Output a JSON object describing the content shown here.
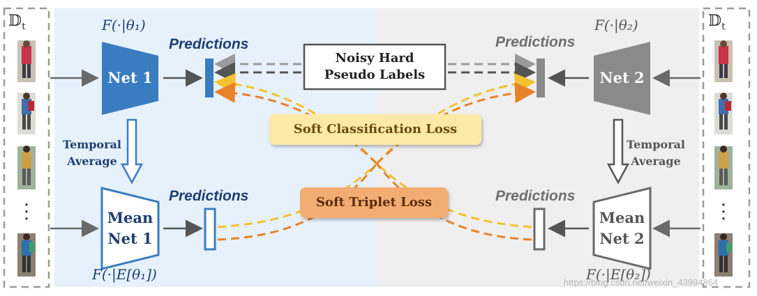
{
  "dataset_label": "𝔻",
  "dataset_subscript": "t",
  "net1": {
    "label": "Net 1",
    "func": "F(·|θ₁)",
    "predictions_label": "Predictions",
    "color": "#3a7cc0"
  },
  "net2": {
    "label": "Net 2",
    "func": "F(·|θ₂)",
    "predictions_label": "Predictions",
    "color": "#8a8a8a"
  },
  "mean_net1": {
    "label_line1": "Mean",
    "label_line2": "Net 1",
    "func": "F(·|E[θ₁])",
    "predictions_label": "Predictions"
  },
  "mean_net2": {
    "label_line1": "Mean",
    "label_line2": "Net 2",
    "func": "F(·|E[θ₂])",
    "predictions_label": "Predictions"
  },
  "temporal_average_left": {
    "line1": "Temporal",
    "line2": "Average"
  },
  "temporal_average_right": {
    "line1": "Temporal",
    "line2": "Average"
  },
  "noisy_labels": {
    "line1": "Noisy Hard",
    "line2": "Pseudo Labels"
  },
  "soft_classification_loss": "Soft Classification Loss",
  "soft_triplet_loss": "Soft Triplet Loss",
  "watermark": "https://blog.csdn.net/weixin_43994864",
  "colors": {
    "left_panel_bg": "#e6f1fc",
    "right_panel_bg": "#efefef",
    "blue_dark": "#1f3f6e",
    "blue": "#3a7cc0",
    "gray": "#8a8a8a",
    "dash_yellow": "#f2c230",
    "dash_orange": "#e8822a",
    "soft_cls_bg": "#fde9a6",
    "soft_triplet_bg": "#f3ad72"
  }
}
